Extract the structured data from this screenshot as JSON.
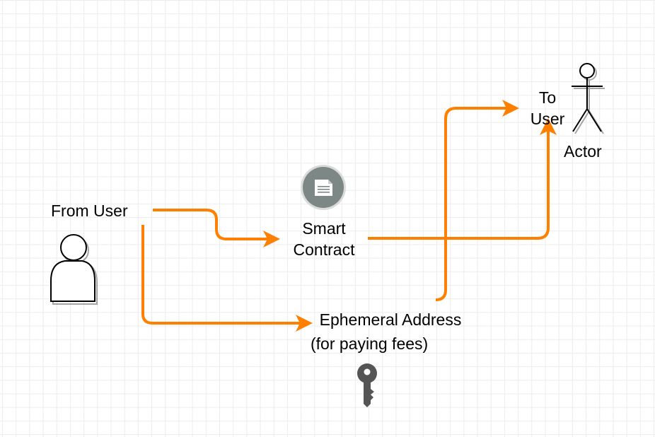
{
  "diagram": {
    "nodes": {
      "from_user": {
        "label": "From User"
      },
      "smart_contract": {
        "line1": "Smart",
        "line2": "Contract"
      },
      "ephemeral_address": {
        "line1": "Ephemeral Address",
        "line2": "(for paying fees)"
      },
      "to_user": {
        "line1": "To",
        "line2": "User"
      },
      "actor": {
        "label": "Actor"
      }
    },
    "icons": {
      "user_shape": "user-icon",
      "document": "document-icon",
      "key": "key-icon",
      "stick_figure": "stick-figure-actor-icon"
    },
    "colors": {
      "connector": "#FF8000",
      "icon_gray": "#5f6b6b",
      "icon_circle": "#7d8785"
    }
  }
}
